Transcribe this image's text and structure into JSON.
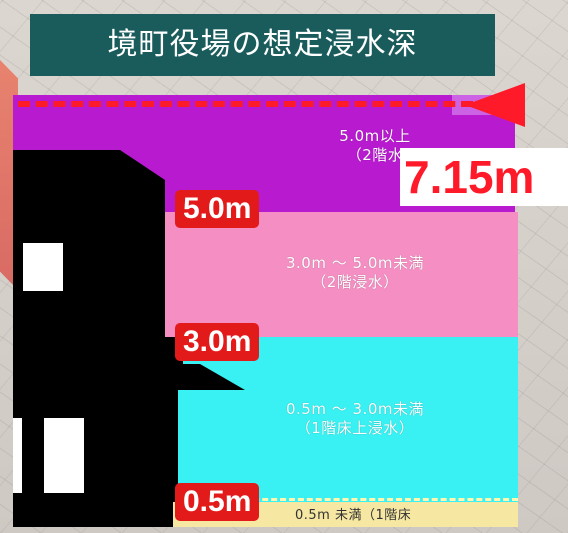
{
  "title": "境町役場の想定浸水深",
  "max_depth": "7.15m",
  "levels": [
    {
      "label": "5.0m"
    },
    {
      "label": "3.0m"
    },
    {
      "label": "0.5m"
    }
  ],
  "bands": [
    {
      "line1": "5.0m以上",
      "line2": "（2階水"
    },
    {
      "line1": "3.0m ～ 5.0m未満",
      "line2": "（2階浸水）"
    },
    {
      "line1": "0.5m ～ 3.0m未満",
      "line2": "（1階床上浸水）"
    },
    {
      "line1": "0.5m 未満（1階床"
    }
  ],
  "colors": {
    "title_bg": "#1a5c5c",
    "band_5m_plus": "#b81ad0",
    "band_3_5m": "#f58fc3",
    "band_05_3m": "#39f1f2",
    "band_under_05m": "#f6e8a2",
    "label_red": "#e31a1a",
    "depth_red": "#ff1a2a",
    "building": "#000000"
  }
}
